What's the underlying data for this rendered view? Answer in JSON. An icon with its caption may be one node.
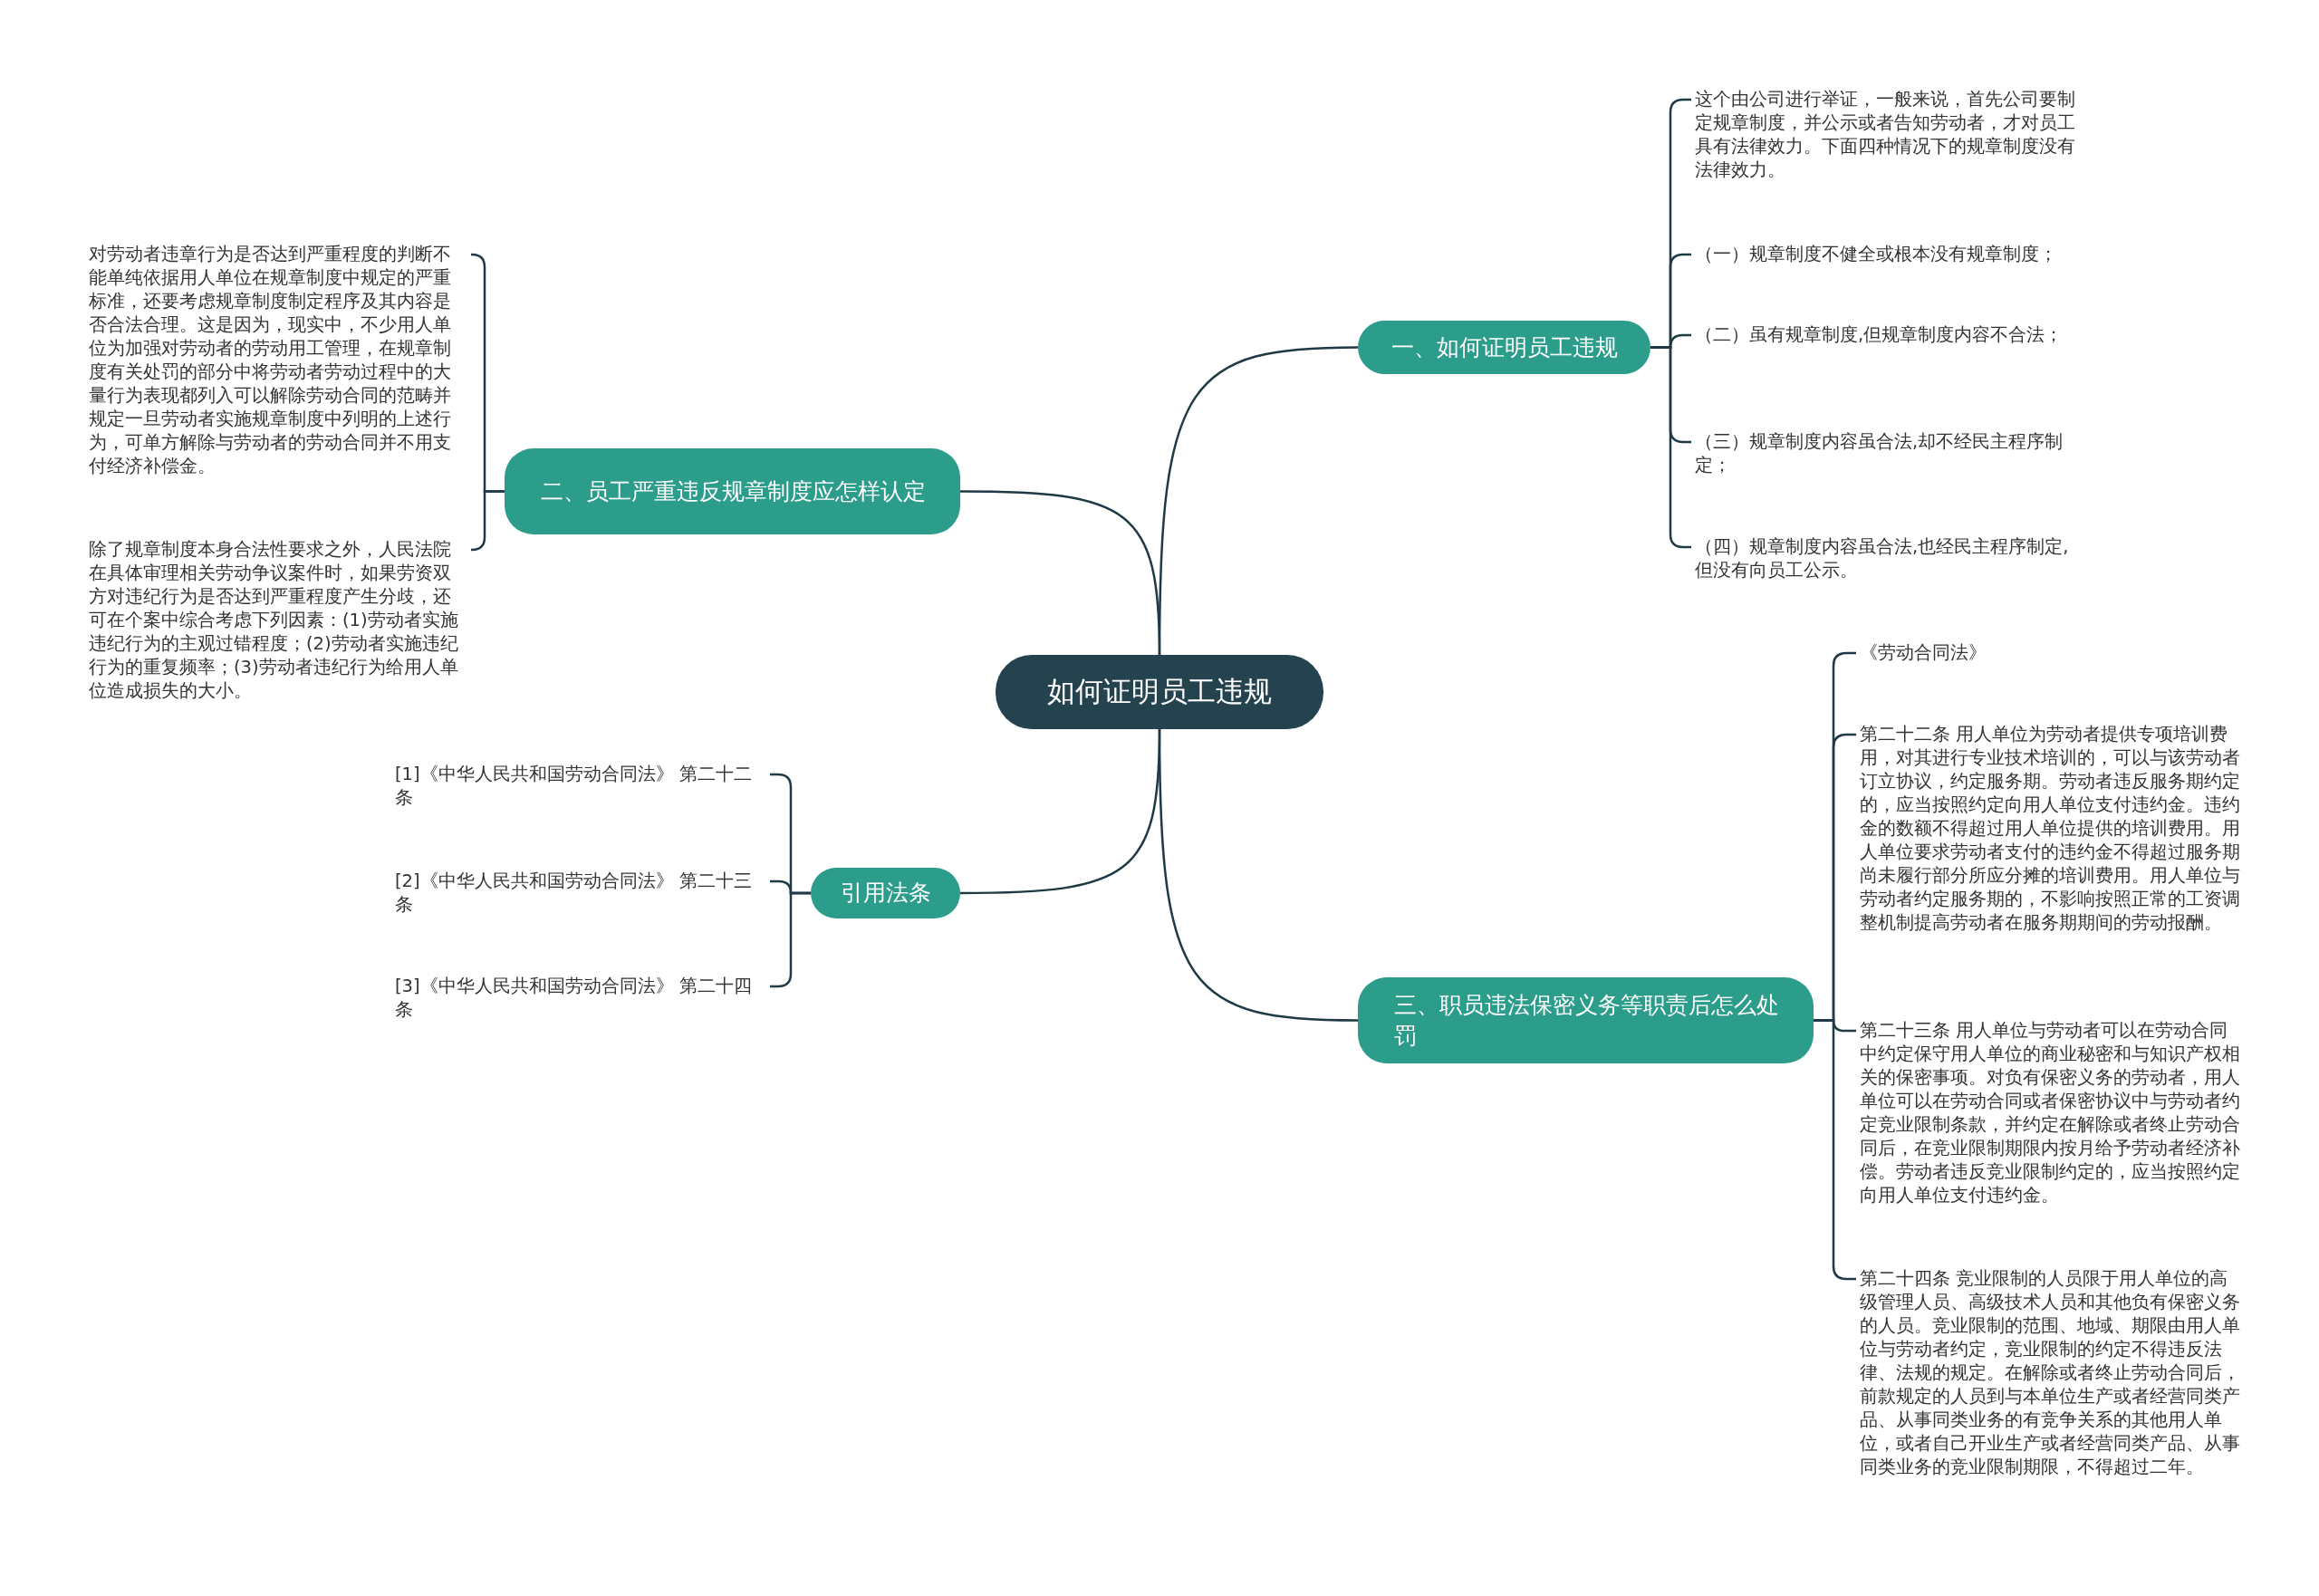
{
  "diagram": {
    "nodes": [
      {
        "text": [
          "如何证明员工违规"
        ]
      },
      {
        "text": [
          "一、如何证明员工违规"
        ]
      },
      {
        "text": [
          "这个由公司进行举证，一般来说，首先公司要制定规章制度，并公示或者告知劳动者，才对员工具有法律效力。下面四种情况下的规章制度没有法律效力。"
        ]
      },
      {
        "text": [
          "（一）规章制度不健全或根本没有规章制度；"
        ]
      },
      {
        "text": [
          "（二）虽有规章制度,但规章制度内容不合法；"
        ]
      },
      {
        "text": [
          "（三）规章制度内容虽合法,却不经民主程序制定；"
        ]
      },
      {
        "text": [
          "（四）规章制度内容虽合法,也经民主程序制定,但没有向员工公示。"
        ]
      },
      {
        "text": [
          "二、员工严重违反规章制度应怎样认定"
        ]
      },
      {
        "text": [
          "对劳动者违章行为是否达到严重程度的判断不能单纯依据用人单位在规章制度中规定的严重标准，还要考虑规章制度制定程序及其内容是否合法合理。这是因为，现实中，不少用人单位为加强对劳动者的劳动用工管理，在规章制度有关处罚的部分中将劳动者劳动过程中的大量行为表现都列入可以解除劳动合同的范畴并规定一旦劳动者实施规章制度中列明的上述行为，可单方解除与劳动者的劳动合同并不用支付经济补偿金。"
        ]
      },
      {
        "text": [
          "除了规章制度本身合法性要求之外，人民法院在具体审理相关劳动争议案件时，如果劳资双方对违纪行为是否达到严重程度产生分歧，还可在个案中综合考虑下列因素：(1)劳动者实施违纪行为的主观过错程度；(2)劳动者实施违纪行为的重复频率；(3)劳动者违纪行为给用人单位造成损失的大小。"
        ]
      },
      {
        "text": [
          "引用法条"
        ]
      },
      {
        "text": [
          "[1]《中华人民共和国劳动合同法》 第二十二条"
        ]
      },
      {
        "text": [
          "[2]《中华人民共和国劳动合同法》 第二十三条"
        ]
      },
      {
        "text": [
          "[3]《中华人民共和国劳动合同法》 第二十四条"
        ]
      },
      {
        "text": [
          "三、职员违法保密义务等职责后怎么处罚"
        ]
      },
      {
        "text": [
          "《劳动合同法》"
        ]
      },
      {
        "text": [
          "第二十二条 用人单位为劳动者提供专项培训费用，对其进行专业技术培训的，可以与该劳动者订立协议，约定服务期。劳动者违反服务期约定的，应当按照约定向用人单位支付违约金。违约金的数额不得超过用人单位提供的培训费用。用人单位要求劳动者支付的违约金不得超过服务期尚未履行部分所应分摊的培训费用。用人单位与劳动者约定服务期的，不影响按照正常的工资调整机制提高劳动者在服务期期间的劳动报酬。"
        ]
      },
      {
        "text": [
          "第二十三条 用人单位与劳动者可以在劳动合同中约定保守用人单位的商业秘密和与知识产权相关的保密事项。对负有保密义务的劳动者，用人单位可以在劳动合同或者保密协议中与劳动者约定竞业限制条款，并约定在解除或者终止劳动合同后，在竞业限制期限内按月给予劳动者经济补偿。劳动者违反竞业限制约定的，应当按照约定向用人单位支付违约金。"
        ]
      },
      {
        "text": [
          "第二十四条 竞业限制的人员限于用人单位的高级管理人员、高级技术人员和其他负有保密义务的人员。竞业限制的范围、地域、期限由用人单位与劳动者约定，竞业限制的约定不得违反法律、法规的规定。在解除或者终止劳动合同后，前款规定的人员到与本单位生产或者经营同类产品、从事同类业务的有竞争关系的其他用人单位，或者自己开业生产或者经营同类产品、从事同类业务的竞业限制期限，不得超过二年。"
        ]
      }
    ],
    "edges": [
      {
        "from": 0,
        "to": 1,
        "arrow": "none"
      },
      {
        "from": 1,
        "to": 2,
        "arrow": "none"
      },
      {
        "from": 1,
        "to": 3,
        "arrow": "none"
      },
      {
        "from": 1,
        "to": 4,
        "arrow": "none"
      },
      {
        "from": 1,
        "to": 5,
        "arrow": "none"
      },
      {
        "from": 1,
        "to": 6,
        "arrow": "none"
      },
      {
        "from": 0,
        "to": 7,
        "arrow": "none"
      },
      {
        "from": 7,
        "to": 8,
        "arrow": "none"
      },
      {
        "from": 7,
        "to": 9,
        "arrow": "none"
      },
      {
        "from": 0,
        "to": 10,
        "arrow": "none"
      },
      {
        "from": 10,
        "to": 11,
        "arrow": "none"
      },
      {
        "from": 10,
        "to": 12,
        "arrow": "none"
      },
      {
        "from": 10,
        "to": 13,
        "arrow": "none"
      },
      {
        "from": 0,
        "to": 14,
        "arrow": "none"
      },
      {
        "from": 14,
        "to": 15,
        "arrow": "none"
      },
      {
        "from": 14,
        "to": 16,
        "arrow": "none"
      },
      {
        "from": 14,
        "to": 17,
        "arrow": "none"
      },
      {
        "from": 14,
        "to": 18,
        "arrow": "none"
      }
    ]
  }
}
